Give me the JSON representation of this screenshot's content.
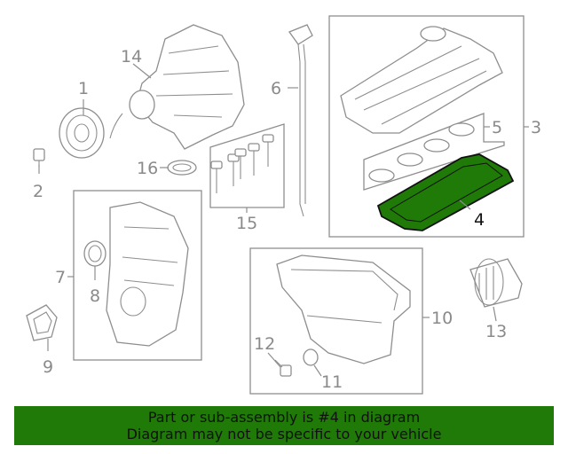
{
  "colors": {
    "banner_bg": "#1f7a07",
    "highlight_fill": "#1f7a07",
    "line_gray": "#8e8e8e",
    "highlight_stroke": "#111111"
  },
  "callouts": [
    {
      "id": "1",
      "label": "1",
      "highlighted": false
    },
    {
      "id": "2",
      "label": "2",
      "highlighted": false
    },
    {
      "id": "3",
      "label": "3",
      "highlighted": false
    },
    {
      "id": "4",
      "label": "4",
      "highlighted": true
    },
    {
      "id": "5",
      "label": "5",
      "highlighted": false
    },
    {
      "id": "6",
      "label": "6",
      "highlighted": false
    },
    {
      "id": "7",
      "label": "7",
      "highlighted": false
    },
    {
      "id": "8",
      "label": "8",
      "highlighted": false
    },
    {
      "id": "9",
      "label": "9",
      "highlighted": false
    },
    {
      "id": "10",
      "label": "10",
      "highlighted": false
    },
    {
      "id": "11",
      "label": "11",
      "highlighted": false
    },
    {
      "id": "12",
      "label": "12",
      "highlighted": false
    },
    {
      "id": "13",
      "label": "13",
      "highlighted": false
    },
    {
      "id": "14",
      "label": "14",
      "highlighted": false
    },
    {
      "id": "15",
      "label": "15",
      "highlighted": false
    },
    {
      "id": "16",
      "label": "16",
      "highlighted": false
    }
  ],
  "banner": {
    "line1": "Part or sub-assembly is #4 in diagram",
    "line2": "Diagram may not be specific to your vehicle"
  }
}
